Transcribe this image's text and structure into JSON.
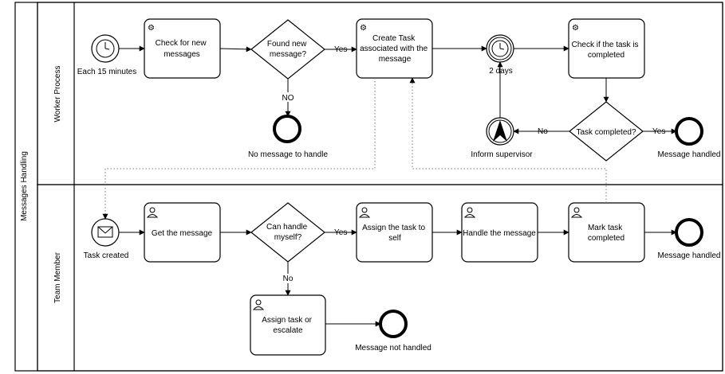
{
  "pool": {
    "label": "Messages Handling"
  },
  "lanes": [
    {
      "id": "worker",
      "label": "Worker Process"
    },
    {
      "id": "team",
      "label": "Team Member"
    }
  ],
  "worker": {
    "start_timer_label": "Each 15 minutes",
    "task_check_messages": [
      "Check for new",
      "messages"
    ],
    "gateway_found": [
      "Found new",
      "message?"
    ],
    "flow_yes": "Yes",
    "flow_no": "NO",
    "end_no_message": "No message to handle",
    "task_create": [
      "Create Task",
      "associated with the",
      "message"
    ],
    "boundary_timer_label": "2 days",
    "task_check_completed": [
      "Check if the task is",
      "completed"
    ],
    "gateway_completed": "Task completed?",
    "flow_completed_yes": "Yes",
    "flow_completed_no": "No",
    "escalation_label": "Inform supervisor",
    "end_handled": "Message handled"
  },
  "team": {
    "start_message_label": "Task created",
    "task_get": "Get the message",
    "gateway_can_handle": [
      "Can handle",
      "myself?"
    ],
    "flow_yes": "Yes",
    "flow_no": "No",
    "task_assign_self": [
      "Assign the task to",
      "self"
    ],
    "task_handle": "Handle the message",
    "task_mark": [
      "Mark task",
      "completed"
    ],
    "end_handled": "Message handled",
    "task_escalate": [
      "Assign task or",
      "escalate"
    ],
    "end_not_handled": "Message not handled"
  }
}
